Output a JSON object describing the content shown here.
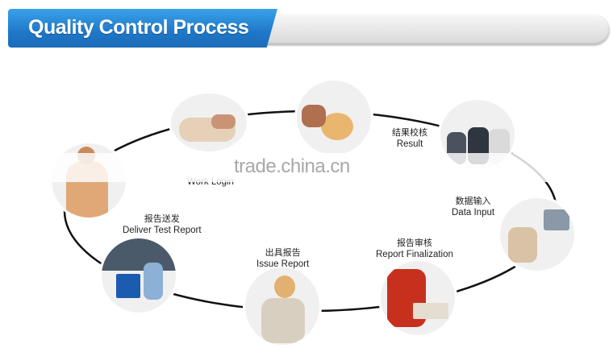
{
  "header": {
    "title": "Quality Control Process"
  },
  "steps": [
    {
      "cn": "",
      "en": "Work Login"
    },
    {
      "cn": "结果校核",
      "en": "Result"
    },
    {
      "cn": "数据输入",
      "en": "Data Input"
    },
    {
      "cn": "报告审核",
      "en": "Report Finalization"
    },
    {
      "cn": "出具报告",
      "en": "Issue Report"
    },
    {
      "cn": "报告送发",
      "en": "Deliver Test Report"
    }
  ],
  "watermark": "trade.china.cn",
  "colors": {
    "banner": "#1f78c8",
    "ring": "#111111"
  }
}
